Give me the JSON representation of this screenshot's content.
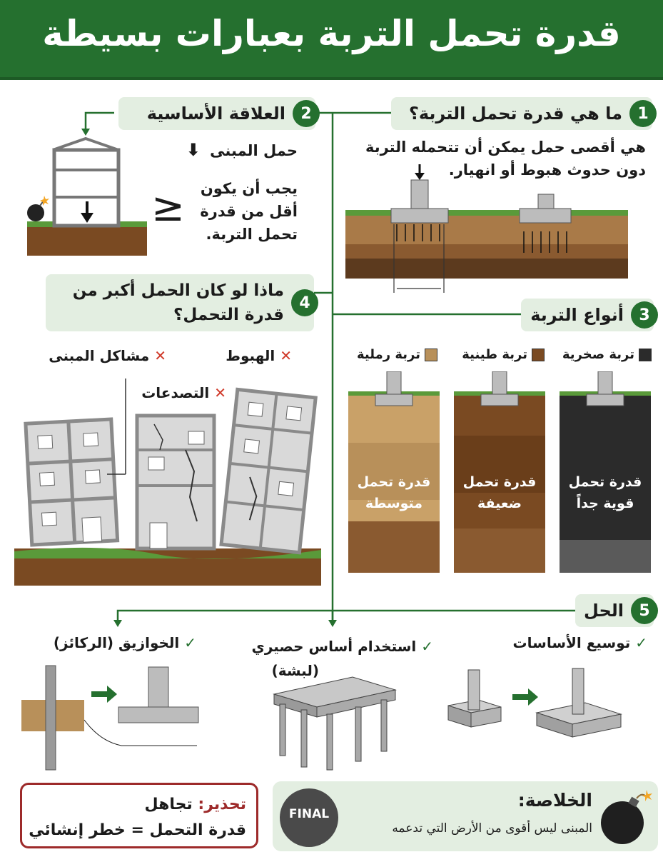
{
  "header": {
    "title": "قدرة تحمل التربة بعبارات بسيطة"
  },
  "section1": {
    "number": "1",
    "title": "ما هي قدرة تحمل التربة؟",
    "text_line1": "هي أقصى حمل يمكن أن تتحمله التربة",
    "text_line2": "دون حدوث هبوط أو انهيار."
  },
  "section2": {
    "number": "2",
    "title": "العلاقة الأساسية",
    "load_label": "حمل المبنى",
    "symbol": "≤",
    "rule_line1": "يجب أن يكون",
    "rule_line2": "أقل من قدرة",
    "rule_line3": "تحمل التربة."
  },
  "section3": {
    "number": "3",
    "title": "أنواع التربة",
    "soils": [
      {
        "legend": "تربة صخرية",
        "capacity_line1": "قدرة تحمل",
        "capacity_line2": "قوية جداً",
        "color": "#2b2b2b"
      },
      {
        "legend": "تربة طينية",
        "capacity_line1": "قدرة تحمل",
        "capacity_line2": "ضعيفة",
        "color": "#7a4a22"
      },
      {
        "legend": "تربة رملية",
        "capacity_line1": "قدرة تحمل",
        "capacity_line2": "متوسطة",
        "color": "#b8905a"
      }
    ]
  },
  "section4": {
    "number": "4",
    "title_line1": "ماذا لو كان الحمل أكبر من",
    "title_line2": "قدرة التحمل؟",
    "problems": [
      {
        "label": "الهبوط",
        "mark": "✕"
      },
      {
        "label": "مشاكل المبنى",
        "mark": "✕"
      },
      {
        "label": "التصدعات",
        "mark": "✕"
      }
    ]
  },
  "section5": {
    "number": "5",
    "title": "الحل",
    "solutions": [
      {
        "line1": "توسيع الأساسات",
        "line2": "",
        "mark": "✓"
      },
      {
        "line1": "استخدام أساس حصيري",
        "line2": "(لبشة)",
        "mark": "✓"
      },
      {
        "line1": "الخوازيق (الركائز)",
        "line2": "",
        "mark": "✓"
      }
    ]
  },
  "warning": {
    "prefix": "تحذير:",
    "line1_rest": "تجاهل",
    "line2": "قدرة التحمل = خطر إنشائي"
  },
  "summary": {
    "badge": "FINAL",
    "title": "الخلاصة:",
    "text": "المبنى ليس أقوى من الأرض التي تدعمه"
  },
  "colors": {
    "brand_green": "#25702f",
    "panel_green": "#e3eee1",
    "warning_red": "#9d2a2a",
    "cross_red": "#d03a2a"
  },
  "icons": [
    "bomb-icon",
    "down-arrow-icon",
    "check-icon",
    "cross-icon",
    "right-arrow-icon"
  ]
}
